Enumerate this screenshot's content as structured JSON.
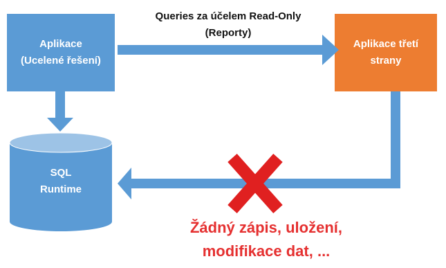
{
  "nodes": {
    "app": {
      "line1": "Aplikace",
      "line2": "(Ucelené řešení)",
      "color": "#5b9bd5"
    },
    "third_party": {
      "line1": "Aplikace třetí",
      "line2": "strany",
      "color": "#ed7d31"
    },
    "database": {
      "line1": "SQL",
      "line2": "Runtime",
      "color": "#5b9bd5"
    }
  },
  "edges": {
    "query": {
      "line1": "Queries za účelem Read-Only",
      "line2": "(Reporty)"
    },
    "blocked_write": {
      "line1": "Žádný zápis, uložení,",
      "line2": "modifikace dat, ...",
      "color": "#e53030"
    }
  },
  "arrow_color": "#5b9bd5",
  "cross_color": "#e02020"
}
